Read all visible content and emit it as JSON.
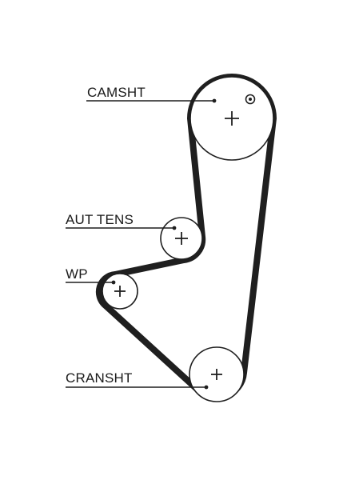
{
  "diagram": {
    "labels": {
      "camshaft": "CAMSHT",
      "tensioner": "AUT TENS",
      "water_pump": "WP",
      "crankshaft": "CRANSHT"
    },
    "components": [
      {
        "id": "camshaft",
        "icon": "timing-mark-icon"
      },
      {
        "id": "tensioner"
      },
      {
        "id": "water_pump"
      },
      {
        "id": "crankshaft"
      }
    ],
    "colors": {
      "belt": "#1f1f1f",
      "text": "#1a1a1a",
      "background": "#ffffff"
    }
  }
}
